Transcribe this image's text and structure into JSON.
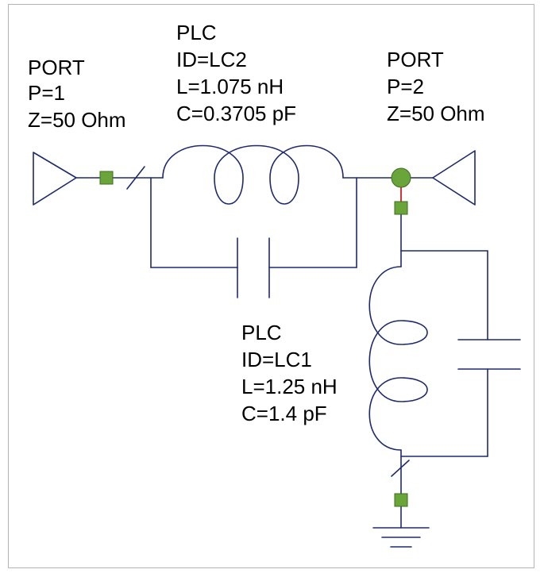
{
  "colors": {
    "wire": "#1e2a6e",
    "node": "#6aa53a",
    "node_stroke": "#3d6b1e",
    "junction": "#6aa53a",
    "short": "#cc0000",
    "frame": "#b4b4b4"
  },
  "port1": {
    "type": "PORT",
    "p": "P=1",
    "z": "Z=50 Ohm"
  },
  "port2": {
    "type": "PORT",
    "p": "P=2",
    "z": "Z=50 Ohm"
  },
  "lc2": {
    "type": "PLC",
    "id": "ID=LC2",
    "l": "L=1.075 nH",
    "c": "C=0.3705 pF"
  },
  "lc1": {
    "type": "PLC",
    "id": "ID=LC1",
    "l": "L=1.25 nH",
    "c": "C=1.4 pF"
  },
  "icons": {
    "port": "triangle-port-icon",
    "ground": "ground-icon",
    "inductor": "inductor-coil-icon",
    "capacitor": "capacitor-icon"
  }
}
